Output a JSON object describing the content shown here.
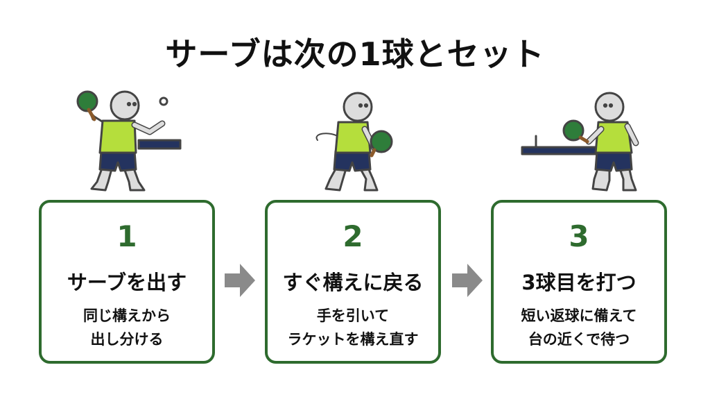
{
  "title": "サーブは次の1球とセット",
  "colors": {
    "accent_green": "#2e6b2e",
    "shirt": "#b5de3c",
    "shorts": "#24335f",
    "paddle": "#2e7d3a",
    "arrow": "#8a8a8a"
  },
  "steps": [
    {
      "number": "1",
      "heading": "サーブを出す",
      "desc_line1": "同じ構えから",
      "desc_line2": "出し分ける",
      "figure": "serving-player-figure"
    },
    {
      "number": "2",
      "heading": "すぐ構えに戻る",
      "desc_line1": "手を引いて",
      "desc_line2": "ラケットを構え直す",
      "figure": "ready-stance-player-figure"
    },
    {
      "number": "3",
      "heading": "3球目を打つ",
      "desc_line1": "短い返球に備えて",
      "desc_line2": "台の近くで待つ",
      "figure": "third-ball-player-figure"
    }
  ]
}
